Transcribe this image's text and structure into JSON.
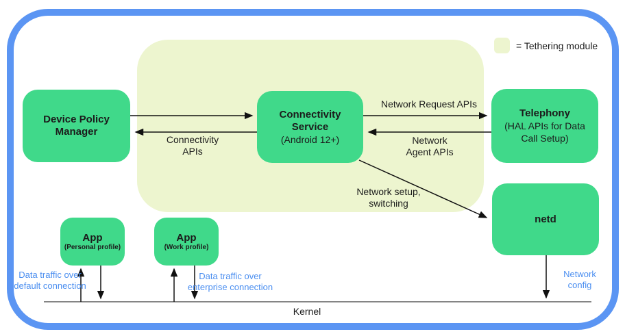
{
  "legend": {
    "label": "= Tethering module"
  },
  "nodes": {
    "dpm": {
      "line1": "Device Policy",
      "line2": "Manager"
    },
    "connectivity": {
      "line1": "Connectivity",
      "line2": "Service",
      "sub": "(Android 12+)"
    },
    "telephony": {
      "title": "Telephony",
      "sub1": "(HAL APIs for Data",
      "sub2": "Call Setup)"
    },
    "netd": {
      "title": "netd"
    },
    "app_personal": {
      "title": "App",
      "sub": "(Personal profile)"
    },
    "app_work": {
      "title": "App",
      "sub": "(Work profile)"
    }
  },
  "edge_labels": {
    "connectivity_apis": {
      "line1": "Connectivity",
      "line2": "APIs"
    },
    "network_request_apis": {
      "line1": "Network Request APIs"
    },
    "network_agent_apis": {
      "line1": "Network",
      "line2": "Agent APIs"
    },
    "network_setup_switching": {
      "line1": "Network setup,",
      "line2": "switching"
    },
    "data_traffic_default": {
      "line1": "Data traffic over",
      "line2": "default connection"
    },
    "data_traffic_enterprise": {
      "line1": "Data traffic over",
      "line2": "enterprise connection"
    },
    "network_config": {
      "line1": "Network",
      "line2": "config"
    },
    "kernel": {
      "label": "Kernel"
    }
  },
  "colors": {
    "node_green": "#40d98a",
    "module_yellow": "#edf5cf",
    "frame_blue": "#5b95f3",
    "blue_label": "#4a8ef0",
    "arrow_black": "#111111"
  }
}
